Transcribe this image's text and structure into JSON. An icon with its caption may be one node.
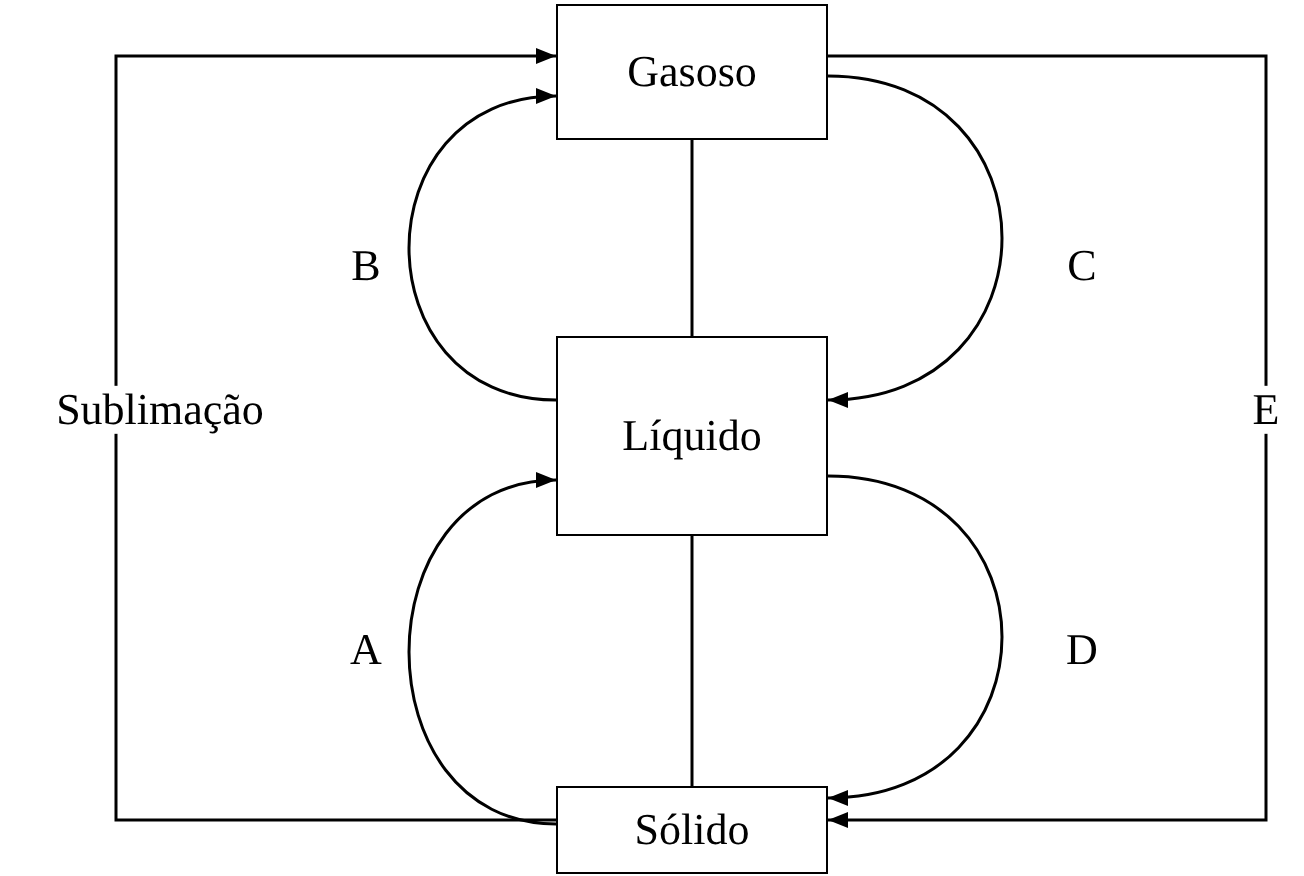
{
  "diagram": {
    "nodes": [
      {
        "text": [
          "Gasoso"
        ]
      },
      {
        "text": [
          "Líquido"
        ]
      },
      {
        "text": [
          "Sólido"
        ]
      }
    ],
    "edges": [
      {
        "from": 2,
        "to": 0,
        "arrow": "to",
        "label": "Sublimação"
      },
      {
        "from": 1,
        "to": 0,
        "arrow": "to",
        "label": "B"
      },
      {
        "from": 0,
        "to": 1,
        "arrow": "to",
        "label": "C"
      },
      {
        "from": 0,
        "to": 1,
        "arrow": "none"
      },
      {
        "from": 2,
        "to": 1,
        "arrow": "to",
        "label": "A"
      },
      {
        "from": 1,
        "to": 2,
        "arrow": "to",
        "label": "D"
      },
      {
        "from": 1,
        "to": 2,
        "arrow": "none"
      },
      {
        "from": 0,
        "to": 2,
        "arrow": "to",
        "label": "E"
      }
    ]
  }
}
